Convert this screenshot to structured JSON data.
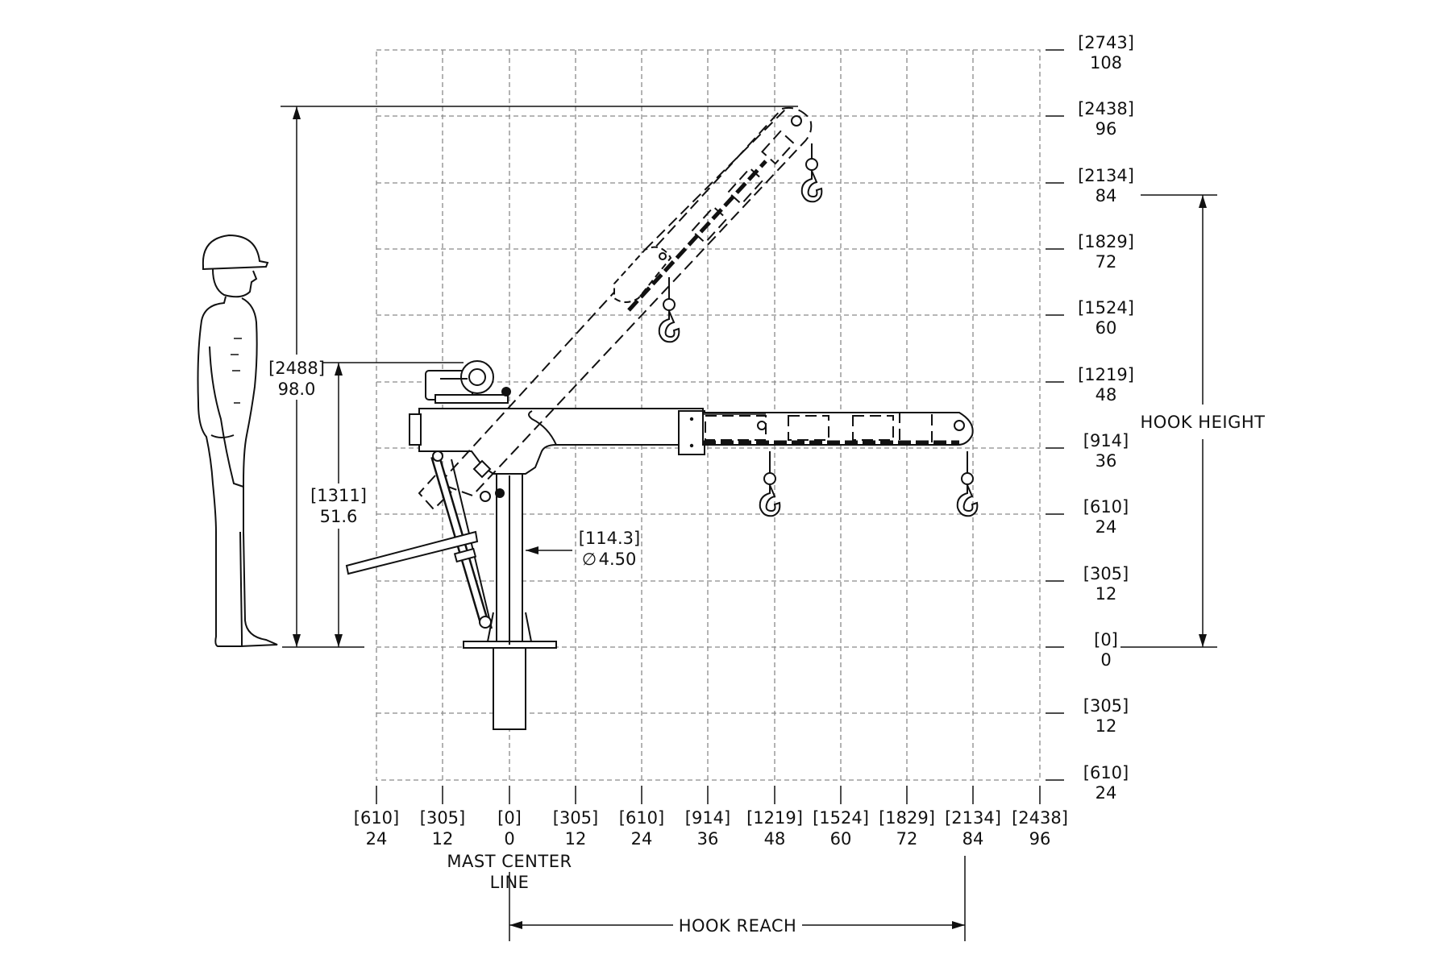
{
  "grid_labels": {
    "y": [
      {
        "mm": "[2743]",
        "inch": "108"
      },
      {
        "mm": "[2438]",
        "inch": "96"
      },
      {
        "mm": "[2134]",
        "inch": "84"
      },
      {
        "mm": "[1829]",
        "inch": "72"
      },
      {
        "mm": "[1524]",
        "inch": "60"
      },
      {
        "mm": "[1219]",
        "inch": "48"
      },
      {
        "mm": "[914]",
        "inch": "36"
      },
      {
        "mm": "[610]",
        "inch": "24"
      },
      {
        "mm": "[305]",
        "inch": "12"
      },
      {
        "mm": "[0]",
        "inch": "0"
      },
      {
        "mm": "[305]",
        "inch": "12"
      },
      {
        "mm": "[610]",
        "inch": "24"
      }
    ],
    "x": [
      {
        "mm": "[610]",
        "inch": "24"
      },
      {
        "mm": "[305]",
        "inch": "12"
      },
      {
        "mm": "[0]",
        "inch": "0"
      },
      {
        "mm": "[305]",
        "inch": "12"
      },
      {
        "mm": "[610]",
        "inch": "24"
      },
      {
        "mm": "[914]",
        "inch": "36"
      },
      {
        "mm": "[1219]",
        "inch": "48"
      },
      {
        "mm": "[1524]",
        "inch": "60"
      },
      {
        "mm": "[1829]",
        "inch": "72"
      },
      {
        "mm": "[2134]",
        "inch": "84"
      },
      {
        "mm": "[2438]",
        "inch": "96"
      }
    ]
  },
  "dimensions": {
    "overall_height": {
      "mm": "[2488]",
      "inch": "98.0"
    },
    "boom_height": {
      "mm": "[1311]",
      "inch": "51.6"
    },
    "mast_diameter": {
      "mm": "[114.3]",
      "inch": "4.50",
      "symbol": "∅"
    }
  },
  "captions": {
    "mast_center_line_1": "MAST CENTER",
    "mast_center_line_2": "LINE",
    "hook_reach": "HOOK REACH",
    "hook_height": "HOOK HEIGHT"
  }
}
